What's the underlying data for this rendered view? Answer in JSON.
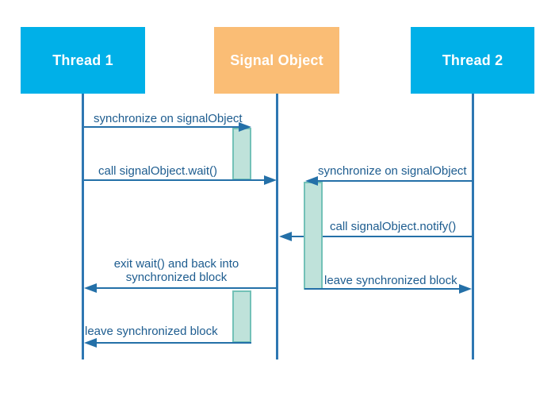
{
  "diagram": {
    "actors": [
      {
        "label": "Thread 1"
      },
      {
        "label": "Signal Object"
      },
      {
        "label": "Thread 2"
      }
    ],
    "messages": [
      {
        "label": "synchronize on signalObject",
        "from": "Thread 1",
        "to": "Signal Object",
        "direction": "right"
      },
      {
        "label": "call signalObject.wait()",
        "from": "Thread 1",
        "to": "Signal Object",
        "direction": "right"
      },
      {
        "label": "synchronize on signalObject",
        "from": "Thread 2",
        "to": "Signal Object",
        "direction": "left"
      },
      {
        "label": "call signalObject.notify()",
        "from": "Thread 2",
        "to": "Signal Object",
        "direction": "left"
      },
      {
        "label": "exit wait() and back into\nsynchronized block",
        "from": "Signal Object",
        "to": "Thread 1",
        "direction": "left"
      },
      {
        "label": "leave synchronized block",
        "from": "Signal Object",
        "to": "Thread 2",
        "direction": "right"
      },
      {
        "label": "leave synchronized block",
        "from": "Signal Object",
        "to": "Thread 1",
        "direction": "left"
      }
    ],
    "colors": {
      "thread_box": "#00B0E8",
      "signal_box": "#FABD75",
      "line_blue": "#2470A8",
      "lifeline_blue": "#2E77B2",
      "text_blue": "#1D5C8F",
      "activation_fill": "#BFE2DA",
      "activation_border": "#73C1B7"
    }
  }
}
